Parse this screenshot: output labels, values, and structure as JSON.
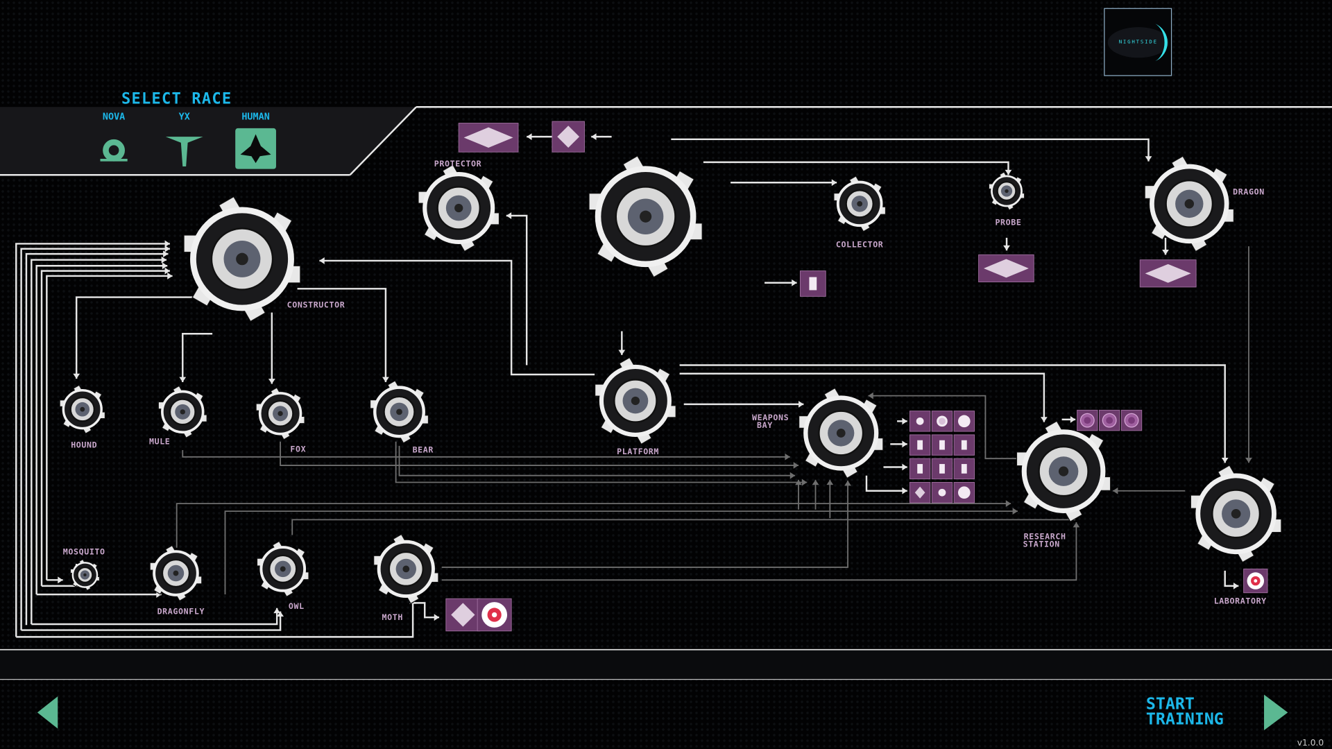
{
  "header": {
    "logo_text": "NIGHTSIDE",
    "select_race_title": "SELECT RACE"
  },
  "races": [
    {
      "label": "NOVA",
      "icon": "nova-race-icon",
      "selected": false
    },
    {
      "label": "YX",
      "icon": "yx-race-icon",
      "selected": false
    },
    {
      "label": "HUMAN",
      "icon": "human-race-icon",
      "selected": true
    }
  ],
  "units": {
    "constructor": "CONSTRUCTOR",
    "protector": "PROTECTOR",
    "collector": "COLLECTOR",
    "probe": "PROBE",
    "dragon": "DRAGON",
    "platform": "PLATFORM",
    "weapons_bay_1": "WEAPONS",
    "weapons_bay_2": "BAY",
    "research_station_1": "RESEARCH",
    "research_station_2": "STATION",
    "laboratory": "LABORATORY",
    "hound": "HOUND",
    "mule": "MULE",
    "fox": "FOX",
    "bear": "BEAR",
    "mosquito": "MOSQUITO",
    "dragonfly": "DRAGONFLY",
    "owl": "OWL",
    "moth": "MOTH"
  },
  "footer": {
    "back_icon": "triangle-left-icon",
    "start_training_line1": "START",
    "start_training_line2": "TRAINING",
    "start_icon": "triangle-right-icon",
    "version": "v1.0.0"
  },
  "colors": {
    "accent_cyan": "#1cb8ea",
    "accent_green": "#5bb892",
    "label_lavender": "#c9a8cc",
    "upgrade_purple": "#6b3a6b"
  }
}
